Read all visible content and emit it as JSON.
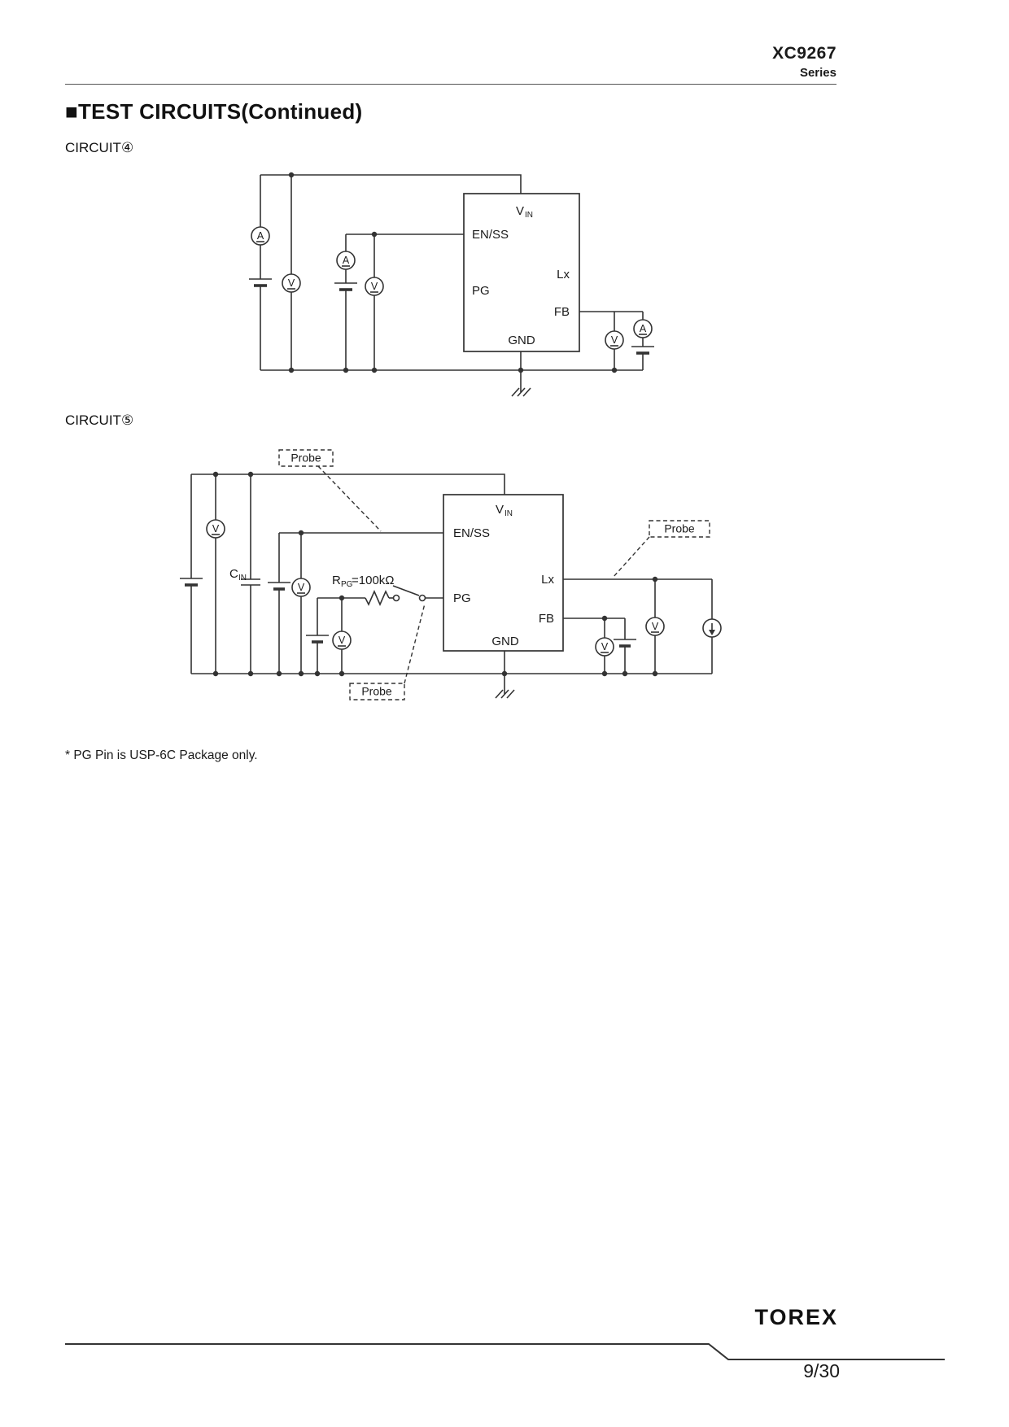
{
  "header": {
    "part": "XC9267",
    "series": "Series"
  },
  "title": "■TEST CIRCUITS(Continued)",
  "circuit4_label": "CIRCUIT④",
  "circuit5_label": "CIRCUIT⑤",
  "ic_pins": {
    "vin_base": "V",
    "vin_sub": "IN",
    "enss": "EN/SS",
    "pg": "PG",
    "lx": "Lx",
    "fb": "FB",
    "gnd": "GND"
  },
  "symbols": {
    "ammeter": "A",
    "voltmeter": "V",
    "probe": "Probe"
  },
  "parts": {
    "cin_base": "C",
    "cin_sub": "IN",
    "rpg_base": "R",
    "rpg_sub": "PG",
    "rpg_value": "=100kΩ"
  },
  "note": "* PG Pin is USP-6C Package only.",
  "footer": {
    "logo": "TOREX",
    "page": "9/30"
  }
}
